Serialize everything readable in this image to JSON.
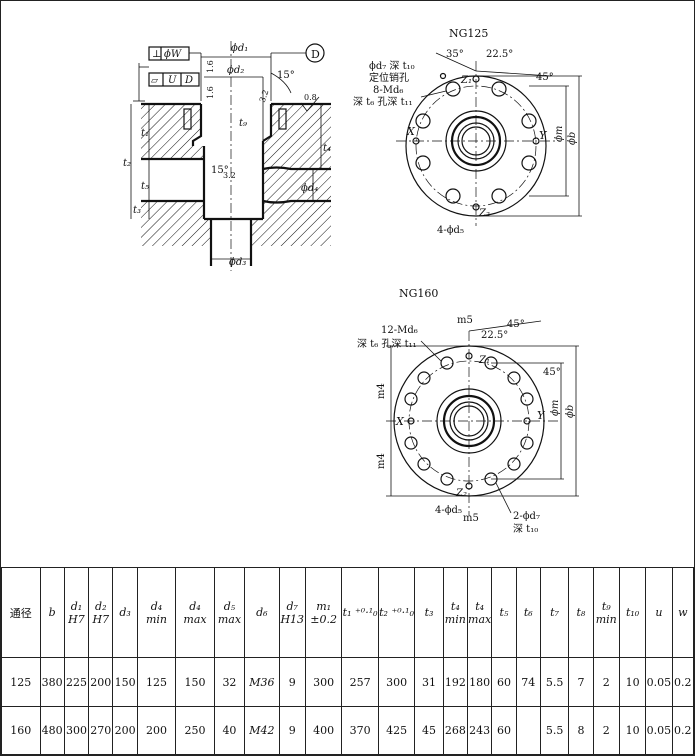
{
  "left_view": {
    "gdt_perp": "⊥",
    "gdt_phiW": "ϕW",
    "gdt_flat": "▱",
    "gdt_U": "U",
    "gdt_D": "D",
    "datum": "D",
    "d1": "ϕd₁",
    "d2": "ϕd₂",
    "d3": "ϕd₃",
    "d4": "ϕd₄",
    "ang15_top": "15°",
    "ang15_bot": "15°",
    "r16a": "1.6",
    "r16b": "1.6",
    "r32a": "3.2",
    "r32b": "3.2",
    "r08": "0.8",
    "t1": "t₁",
    "t2": "t₂",
    "t3": "t₃",
    "t4": "t₄",
    "t5": "t₅",
    "t9": "t₉"
  },
  "ng125": {
    "title": "NG125",
    "ang35": "35°",
    "ang225": "22.5°",
    "ang45": "45°",
    "d7": "ϕd₇ 深 t₁₀",
    "pin": "定位销孔",
    "md6": "8-Md₆",
    "deep": "深 t₆ 孔深 t₁₁",
    "d5": "4-ϕd₅",
    "X": "X",
    "Y": "Y",
    "Z1": "Z₁",
    "Z2": "Z₂",
    "phim": "ϕm",
    "phib": "ϕb"
  },
  "ng160": {
    "title": "NG160",
    "m5top": "m5",
    "m5bot": "m5",
    "ang45a": "45°",
    "ang225": "22.5°",
    "ang45b": "45°",
    "md6": "12-Md₆",
    "deep": "深 t₆ 孔深 t₁₁",
    "m4a": "m4",
    "m4b": "m4",
    "X": "X",
    "Y": "Y",
    "Z1": "Z₁",
    "Z2": "Z₂",
    "d5": "4-ϕd₅",
    "d7": "2-ϕd₇",
    "deep10": "深 t₁₀",
    "phim": "ϕm",
    "phib": "ϕb"
  },
  "table": {
    "headers": [
      "通径",
      "b",
      "d₁\nH7",
      "d₂\nH7",
      "d₃",
      "d₄\nmin",
      "d₄\nmax",
      "d₅\nmax",
      "d₆",
      "d₇\nH13",
      "m₁\n±0.2",
      "t₁ ⁺⁰·¹₀",
      "t₂ ⁺⁰·¹₀",
      "t₃",
      "t₄\nmin",
      "t₄\nmax",
      "t₅",
      "t₆",
      "t₇",
      "t₈",
      "t₉\nmin",
      "t₁₀",
      "u",
      "w"
    ],
    "rows": [
      [
        "125",
        "380",
        "225",
        "200",
        "150",
        "125",
        "150",
        "32",
        "M36",
        "9",
        "300",
        "257",
        "300",
        "31",
        "192",
        "180",
        "60",
        "74",
        "5.5",
        "7",
        "2",
        "10",
        "0.05",
        "0.2"
      ],
      [
        "160",
        "480",
        "300",
        "270",
        "200",
        "200",
        "250",
        "40",
        "M42",
        "9",
        "400",
        "370",
        "425",
        "45",
        "268",
        "243",
        "60",
        "",
        "5.5",
        "8",
        "2",
        "10",
        "0.05",
        "0.2"
      ]
    ]
  }
}
